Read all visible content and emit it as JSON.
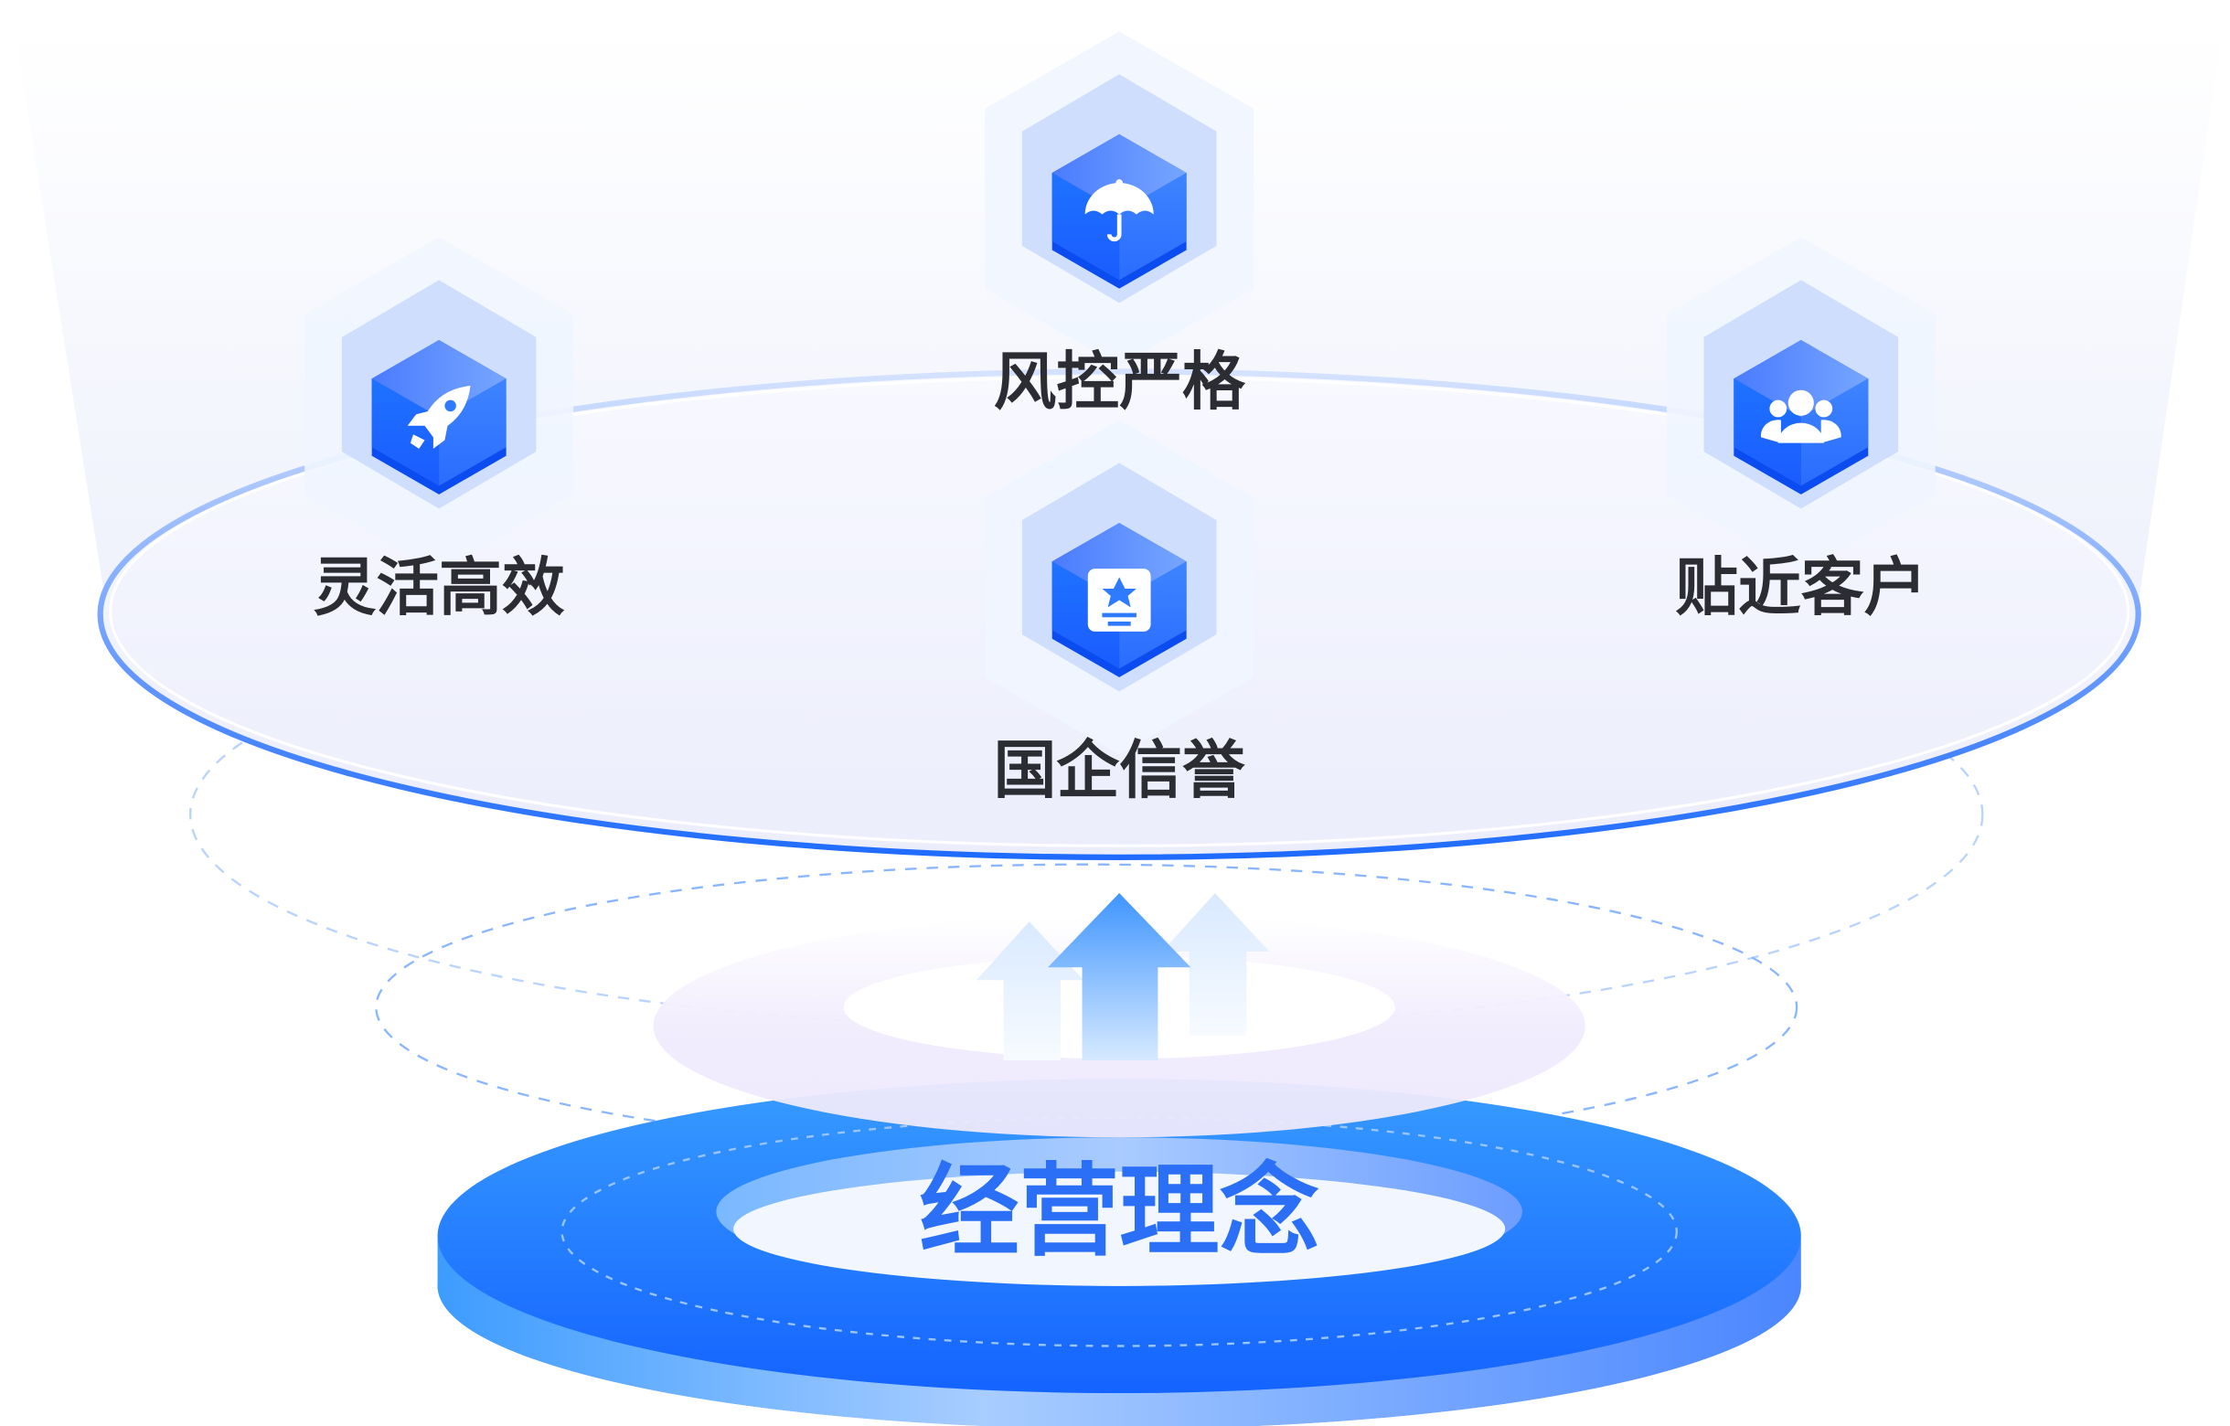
{
  "title": "经营理念",
  "values": [
    {
      "label": "风控严格",
      "icon": "umbrella-icon"
    },
    {
      "label": "灵活高效",
      "icon": "rocket-icon"
    },
    {
      "label": "贴近客户",
      "icon": "users-icon"
    },
    {
      "label": "国企信誉",
      "icon": "certificate-icon"
    }
  ],
  "colors": {
    "accent": "#1f6bff",
    "text": "#2b2d33",
    "title": "#2a6ff5"
  }
}
